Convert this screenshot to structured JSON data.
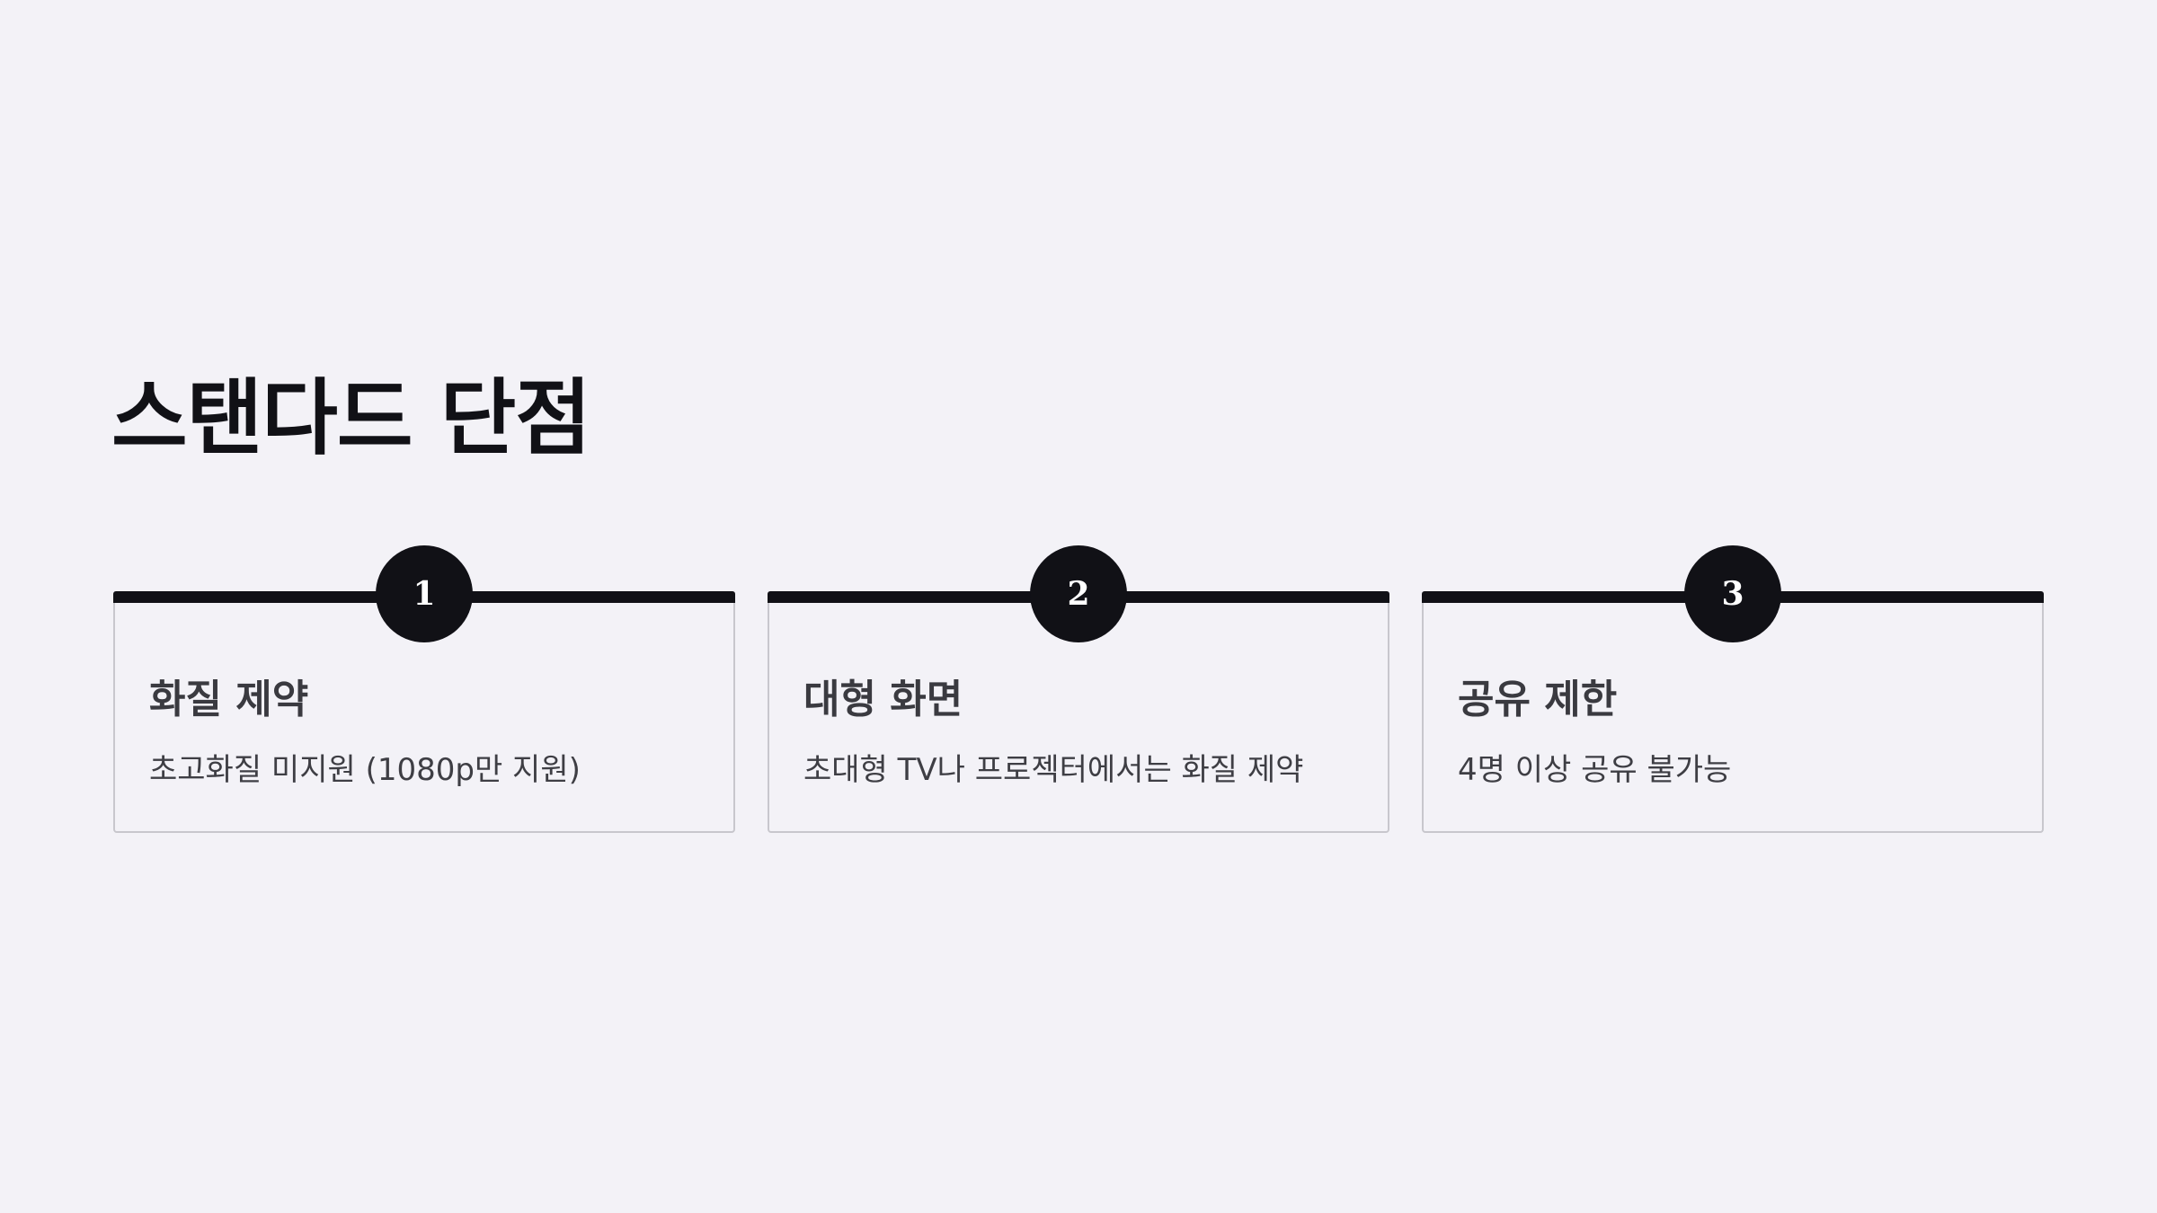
{
  "slide": {
    "title": "스탠다드 단점"
  },
  "cards": [
    {
      "number": "1",
      "title": "화질 제약",
      "description": "초고화질 미지원 (1080p만 지원)"
    },
    {
      "number": "2",
      "title": "대형 화면",
      "description": "초대형 TV나 프로젝터에서는 화질 제약"
    },
    {
      "number": "3",
      "title": "공유 제한",
      "description": "4명 이상 공유 불가능"
    }
  ],
  "colors": {
    "background": "#f3f2f7",
    "accent": "#111116",
    "card_border": "#c8c7cd",
    "text": "#3a3a40"
  }
}
